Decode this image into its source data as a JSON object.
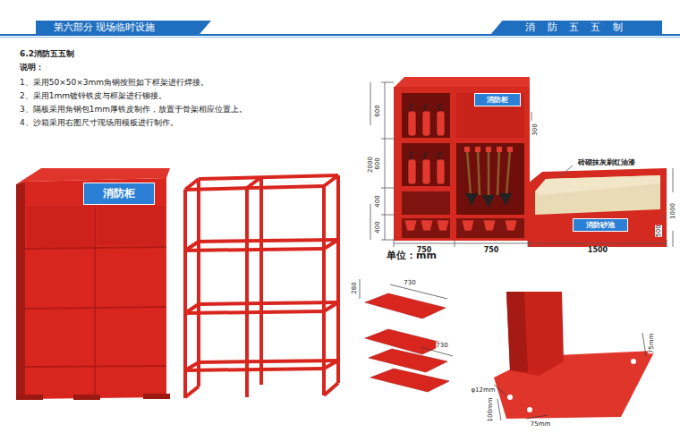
{
  "diagram": {
    "title": "6.2消防五五制",
    "nodes": [
      {
        "text": [
          "第六部分 现场临时设施"
        ]
      },
      {
        "text": [
          "消 防 五 五 制"
        ]
      },
      {
        "text": [
          "消防柜"
        ]
      },
      {
        "text": [
          "消防柜"
        ]
      },
      {
        "text": [
          "消防砂池"
        ]
      }
    ],
    "edges": [],
    "labels": [
      "说明：",
      "1、采用50×50×3mm角钢按照如下框架进行焊接。",
      "2、采用1mm镀锌铁皮与框架进行铆接。",
      "3、隔板采用角钢包1mm厚铁皮制作，放置于骨架相应位置上。",
      "4、沙箱采用右图尺寸现场用模板进行制作。",
      "600",
      "600",
      "400",
      "400",
      "2000",
      "750",
      "750",
      "1500",
      "1000",
      "500",
      "300",
      "砖砌抹灰刷红油漆",
      "单位：mm",
      "280",
      "730",
      "730",
      "φ12mm",
      "100mm",
      "75mm",
      "75mm"
    ]
  }
}
